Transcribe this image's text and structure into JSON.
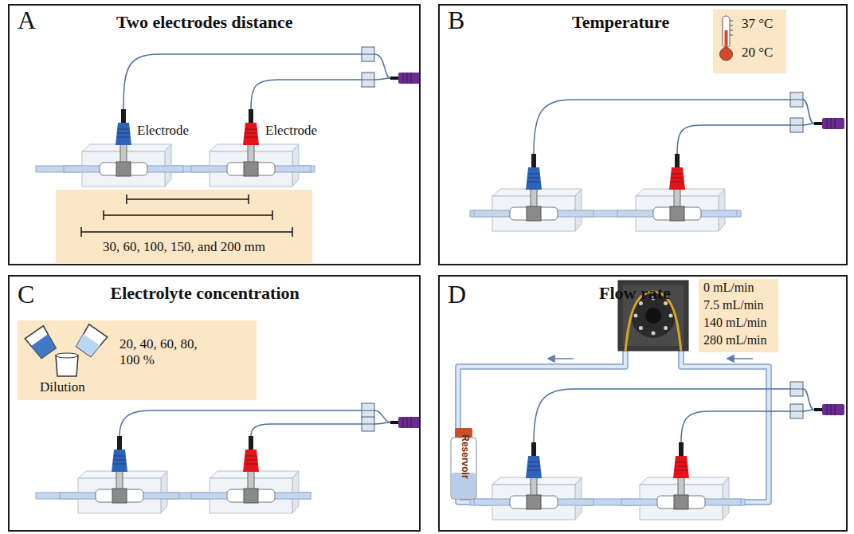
{
  "diagram": {
    "nodes": [
      {
        "text": [
          "A",
          "Two electrodes distance"
        ]
      },
      {
        "text": [
          "30, 60, 100, 150, and 200 mm"
        ],
        "in": 0
      },
      {
        "text": [
          "B",
          "Temperature"
        ]
      },
      {
        "text": [
          "37 °C",
          "20 °C"
        ],
        "in": 2
      },
      {
        "text": [
          "C",
          "Electrolyte concentration"
        ]
      },
      {
        "text": [
          "Dilution",
          "20, 40, 60, 80, 100 %"
        ],
        "in": 4
      },
      {
        "text": [
          "D",
          "Flow rate"
        ]
      },
      {
        "text": [
          "0 mL/min",
          "7.5 mL/min",
          "140 mL/min",
          "280 mL/min"
        ],
        "in": 6
      },
      {
        "text": [
          "Reservoir"
        ],
        "in": 6
      }
    ],
    "labels": [
      "Electrode",
      "Electrode"
    ]
  }
}
